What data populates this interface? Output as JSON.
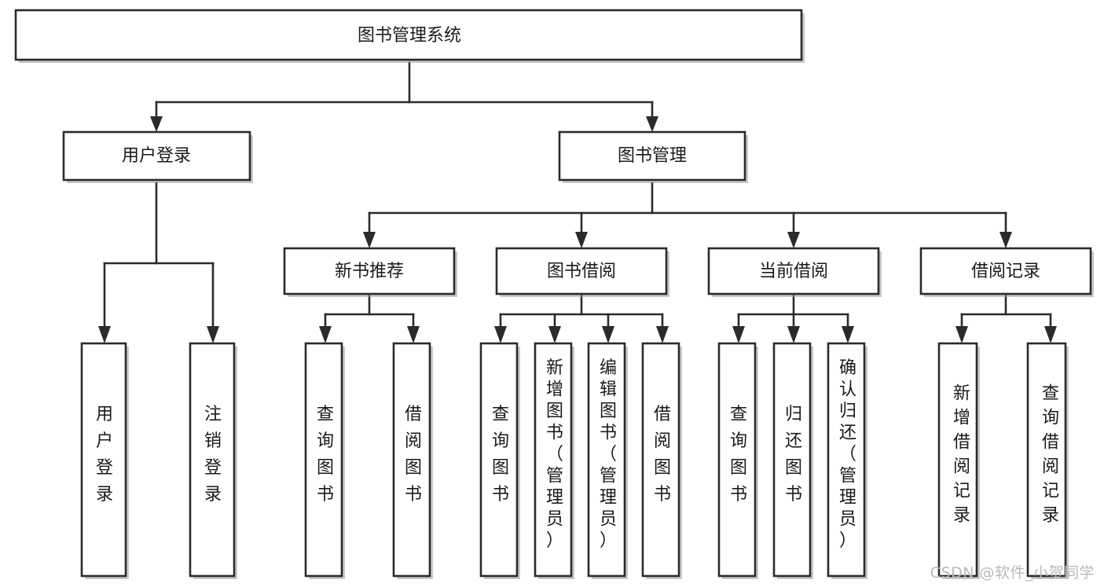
{
  "diagram": {
    "title": "图书管理系统",
    "watermark": "CSDN @软件_小贺同学",
    "colors": {
      "box_stroke": "#2b2b2b",
      "box_fill": "#ffffff",
      "text": "#1a1a1a",
      "background": "#ffffff",
      "watermark": "#b9b9b9"
    },
    "nodes": {
      "root": {
        "label": "图书管理系统"
      },
      "level2": [
        {
          "id": "user-login",
          "label": "用户登录"
        },
        {
          "id": "book-manage",
          "label": "图书管理"
        }
      ],
      "level3": [
        {
          "id": "new-book-recommend",
          "label": "新书推荐"
        },
        {
          "id": "book-borrow",
          "label": "图书借阅"
        },
        {
          "id": "current-borrow",
          "label": "当前借阅"
        },
        {
          "id": "borrow-record",
          "label": "借阅记录"
        }
      ],
      "leaves": {
        "user-login": [
          {
            "id": "leaf-user-login",
            "label": "用户登录"
          },
          {
            "id": "leaf-logout-login",
            "label": "注销登录"
          }
        ],
        "new-book-recommend": [
          {
            "id": "leaf-query-book-1",
            "label": "查询图书"
          },
          {
            "id": "leaf-borrow-book-1",
            "label": "借阅图书"
          }
        ],
        "book-borrow": [
          {
            "id": "leaf-query-book-2",
            "label": "查询图书"
          },
          {
            "id": "leaf-add-book",
            "label": "新增图书（管理员）"
          },
          {
            "id": "leaf-edit-book",
            "label": "编辑图书（管理员）"
          },
          {
            "id": "leaf-borrow-book-2",
            "label": "借阅图书"
          }
        ],
        "current-borrow": [
          {
            "id": "leaf-query-book-3",
            "label": "查询图书"
          },
          {
            "id": "leaf-return-book",
            "label": "归还图书"
          },
          {
            "id": "leaf-confirm-return",
            "label": "确认归还（管理员）"
          }
        ],
        "borrow-record": [
          {
            "id": "leaf-add-record",
            "label": "新增借阅记录"
          },
          {
            "id": "leaf-query-record",
            "label": "查询借阅记录"
          }
        ]
      }
    }
  }
}
